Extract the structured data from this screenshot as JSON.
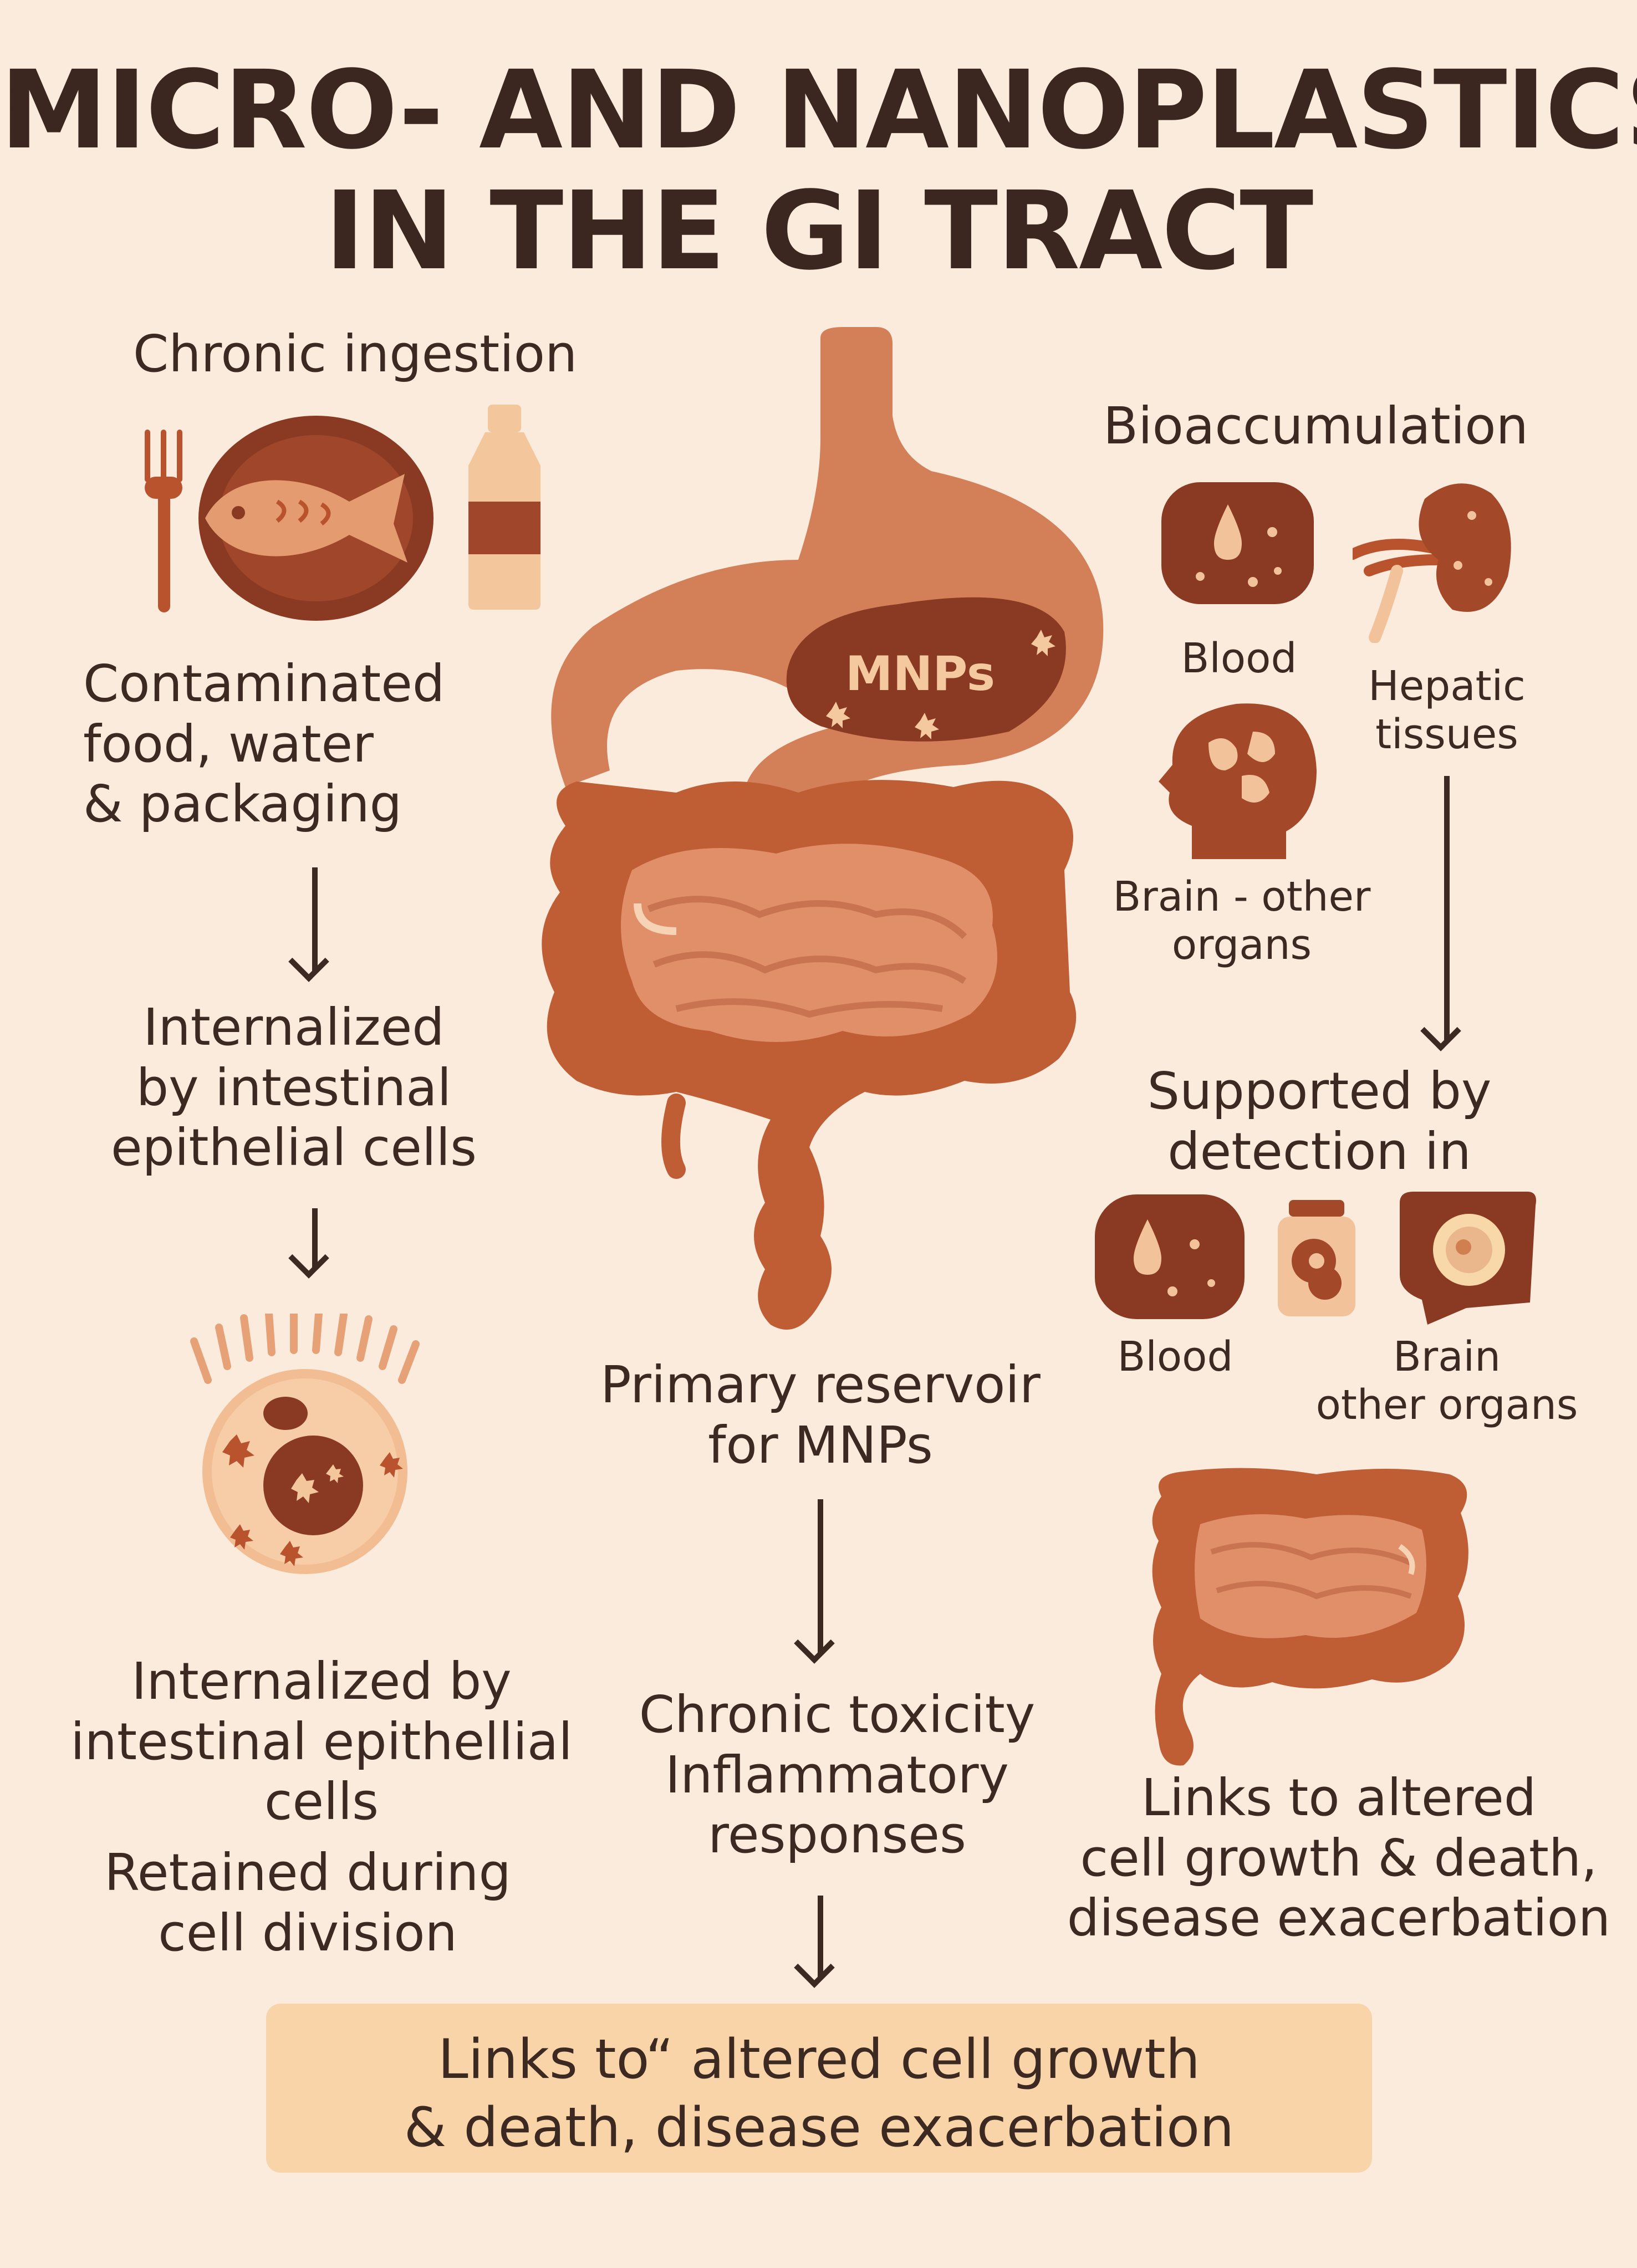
{
  "title": {
    "line1": "MICRO- AND NANOPLASTICS",
    "line2": "IN THE GI TRACT"
  },
  "left": {
    "heading": "Chronic ingestion",
    "source": [
      "Contaminated",
      "food, water",
      "& packaging"
    ],
    "internalized": [
      "Internalized",
      "by intestinal",
      "epithelial cells"
    ],
    "cell_caption1": [
      "Internalized by",
      "intestinal epithellial",
      "cells"
    ],
    "cell_caption2": [
      "Retained during",
      "cell division"
    ]
  },
  "center": {
    "stomach_label": "MNPs",
    "reservoir": [
      "Primary reservoir",
      "for MNPs"
    ],
    "toxicity": [
      "Chronic toxicity",
      "Inflammatory",
      "responses"
    ]
  },
  "right": {
    "heading": "Bioaccumulation",
    "blood": "Blood",
    "hepatic": [
      "Hepatic",
      "tissues"
    ],
    "brain": [
      "Brain - other",
      "organs"
    ],
    "supported": [
      "Supported by",
      "detection in"
    ],
    "blood2": "Blood",
    "brain2": [
      "Brain",
      "other organs"
    ],
    "links": [
      "Links to altered",
      "cell growth & death,",
      "disease exacerbation"
    ]
  },
  "banner": [
    "Links to“ altered cell growth",
    "& death, disease exacerbation"
  ],
  "colors": {
    "background": "#fbebdc",
    "dark_brown": "#8a3a22",
    "rust": "#c0603a",
    "light_tan": "#e8a27a",
    "banner": "#f8d4a8"
  }
}
